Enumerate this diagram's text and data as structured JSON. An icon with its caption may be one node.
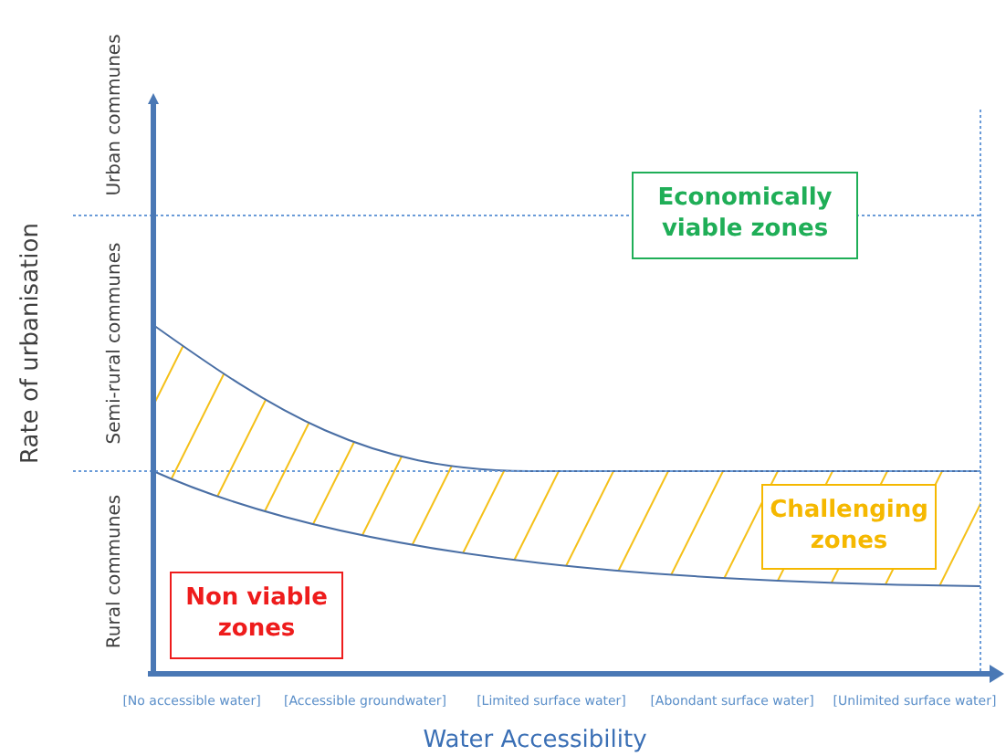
{
  "diagram": {
    "nodes": [
      {
        "text": [
          "Economically viable zones"
        ]
      },
      {
        "text": [
          "Challenging zones"
        ]
      },
      {
        "text": [
          "Non viable zones"
        ]
      }
    ],
    "edges": [],
    "labels": [
      "Urban communes",
      "Semi-rural communes",
      "Rural communes",
      "Rate of urbanisation",
      "[No accessible water]",
      "[Accessible groundwater]",
      "[Limited surface water]",
      "[Abondant surface water]",
      "[Unlimited surface water]",
      "Water Accessibility"
    ]
  }
}
